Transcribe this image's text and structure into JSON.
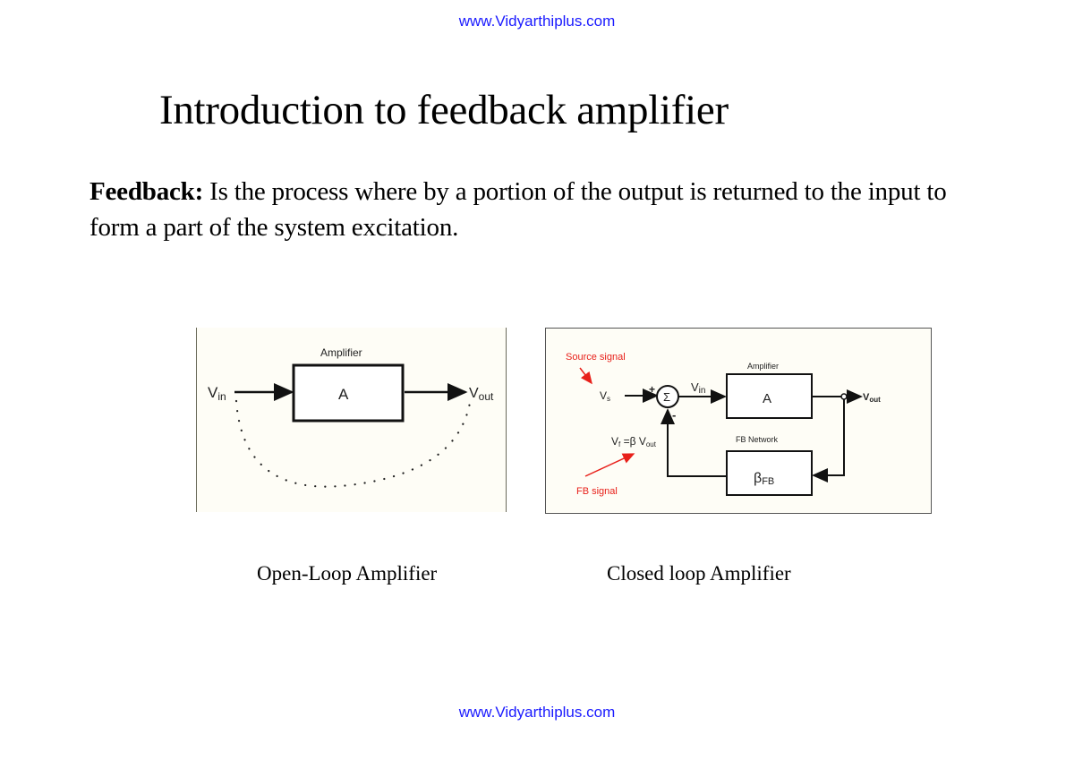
{
  "header": {
    "watermark": "www.Vidyarthiplus.com"
  },
  "footer": {
    "watermark": "www.Vidyarthiplus.com"
  },
  "title": "Introduction to feedback amplifier",
  "definition": {
    "term": "Feedback:",
    "text": " Is the process where by a portion of the output is returned to the input to form a part of the system excitation."
  },
  "figures": {
    "open_loop": {
      "caption": "Open-Loop Amplifier",
      "amplifier_label": "Amplifier",
      "block_label": "A",
      "input_label": "V",
      "input_sub": "in",
      "output_label": "V",
      "output_sub": "out"
    },
    "closed_loop": {
      "caption": "Closed loop Amplifier",
      "source_signal_label": "Source signal",
      "source_label": "V",
      "source_sub": "s",
      "plus_sign": "+",
      "minus_sign": "-",
      "summer_symbol": "Σ",
      "vin_label": "V",
      "vin_sub": "in",
      "amplifier_label": "Amplifier",
      "block_label": "A",
      "output_label": "V",
      "output_sub": "out",
      "fb_network_label": "FB Network",
      "fb_block_label": "β",
      "fb_block_sub": "FB",
      "fb_equation_lhs": "V",
      "fb_equation_lhs_sub": "f",
      "fb_equation_mid": " =β V",
      "fb_equation_rhs_sub": "out",
      "fb_signal_label": "FB signal"
    }
  },
  "colors": {
    "watermark": "#1a1aff",
    "annotation_red": "#e8201a",
    "figure_background": "#fefdf6"
  }
}
